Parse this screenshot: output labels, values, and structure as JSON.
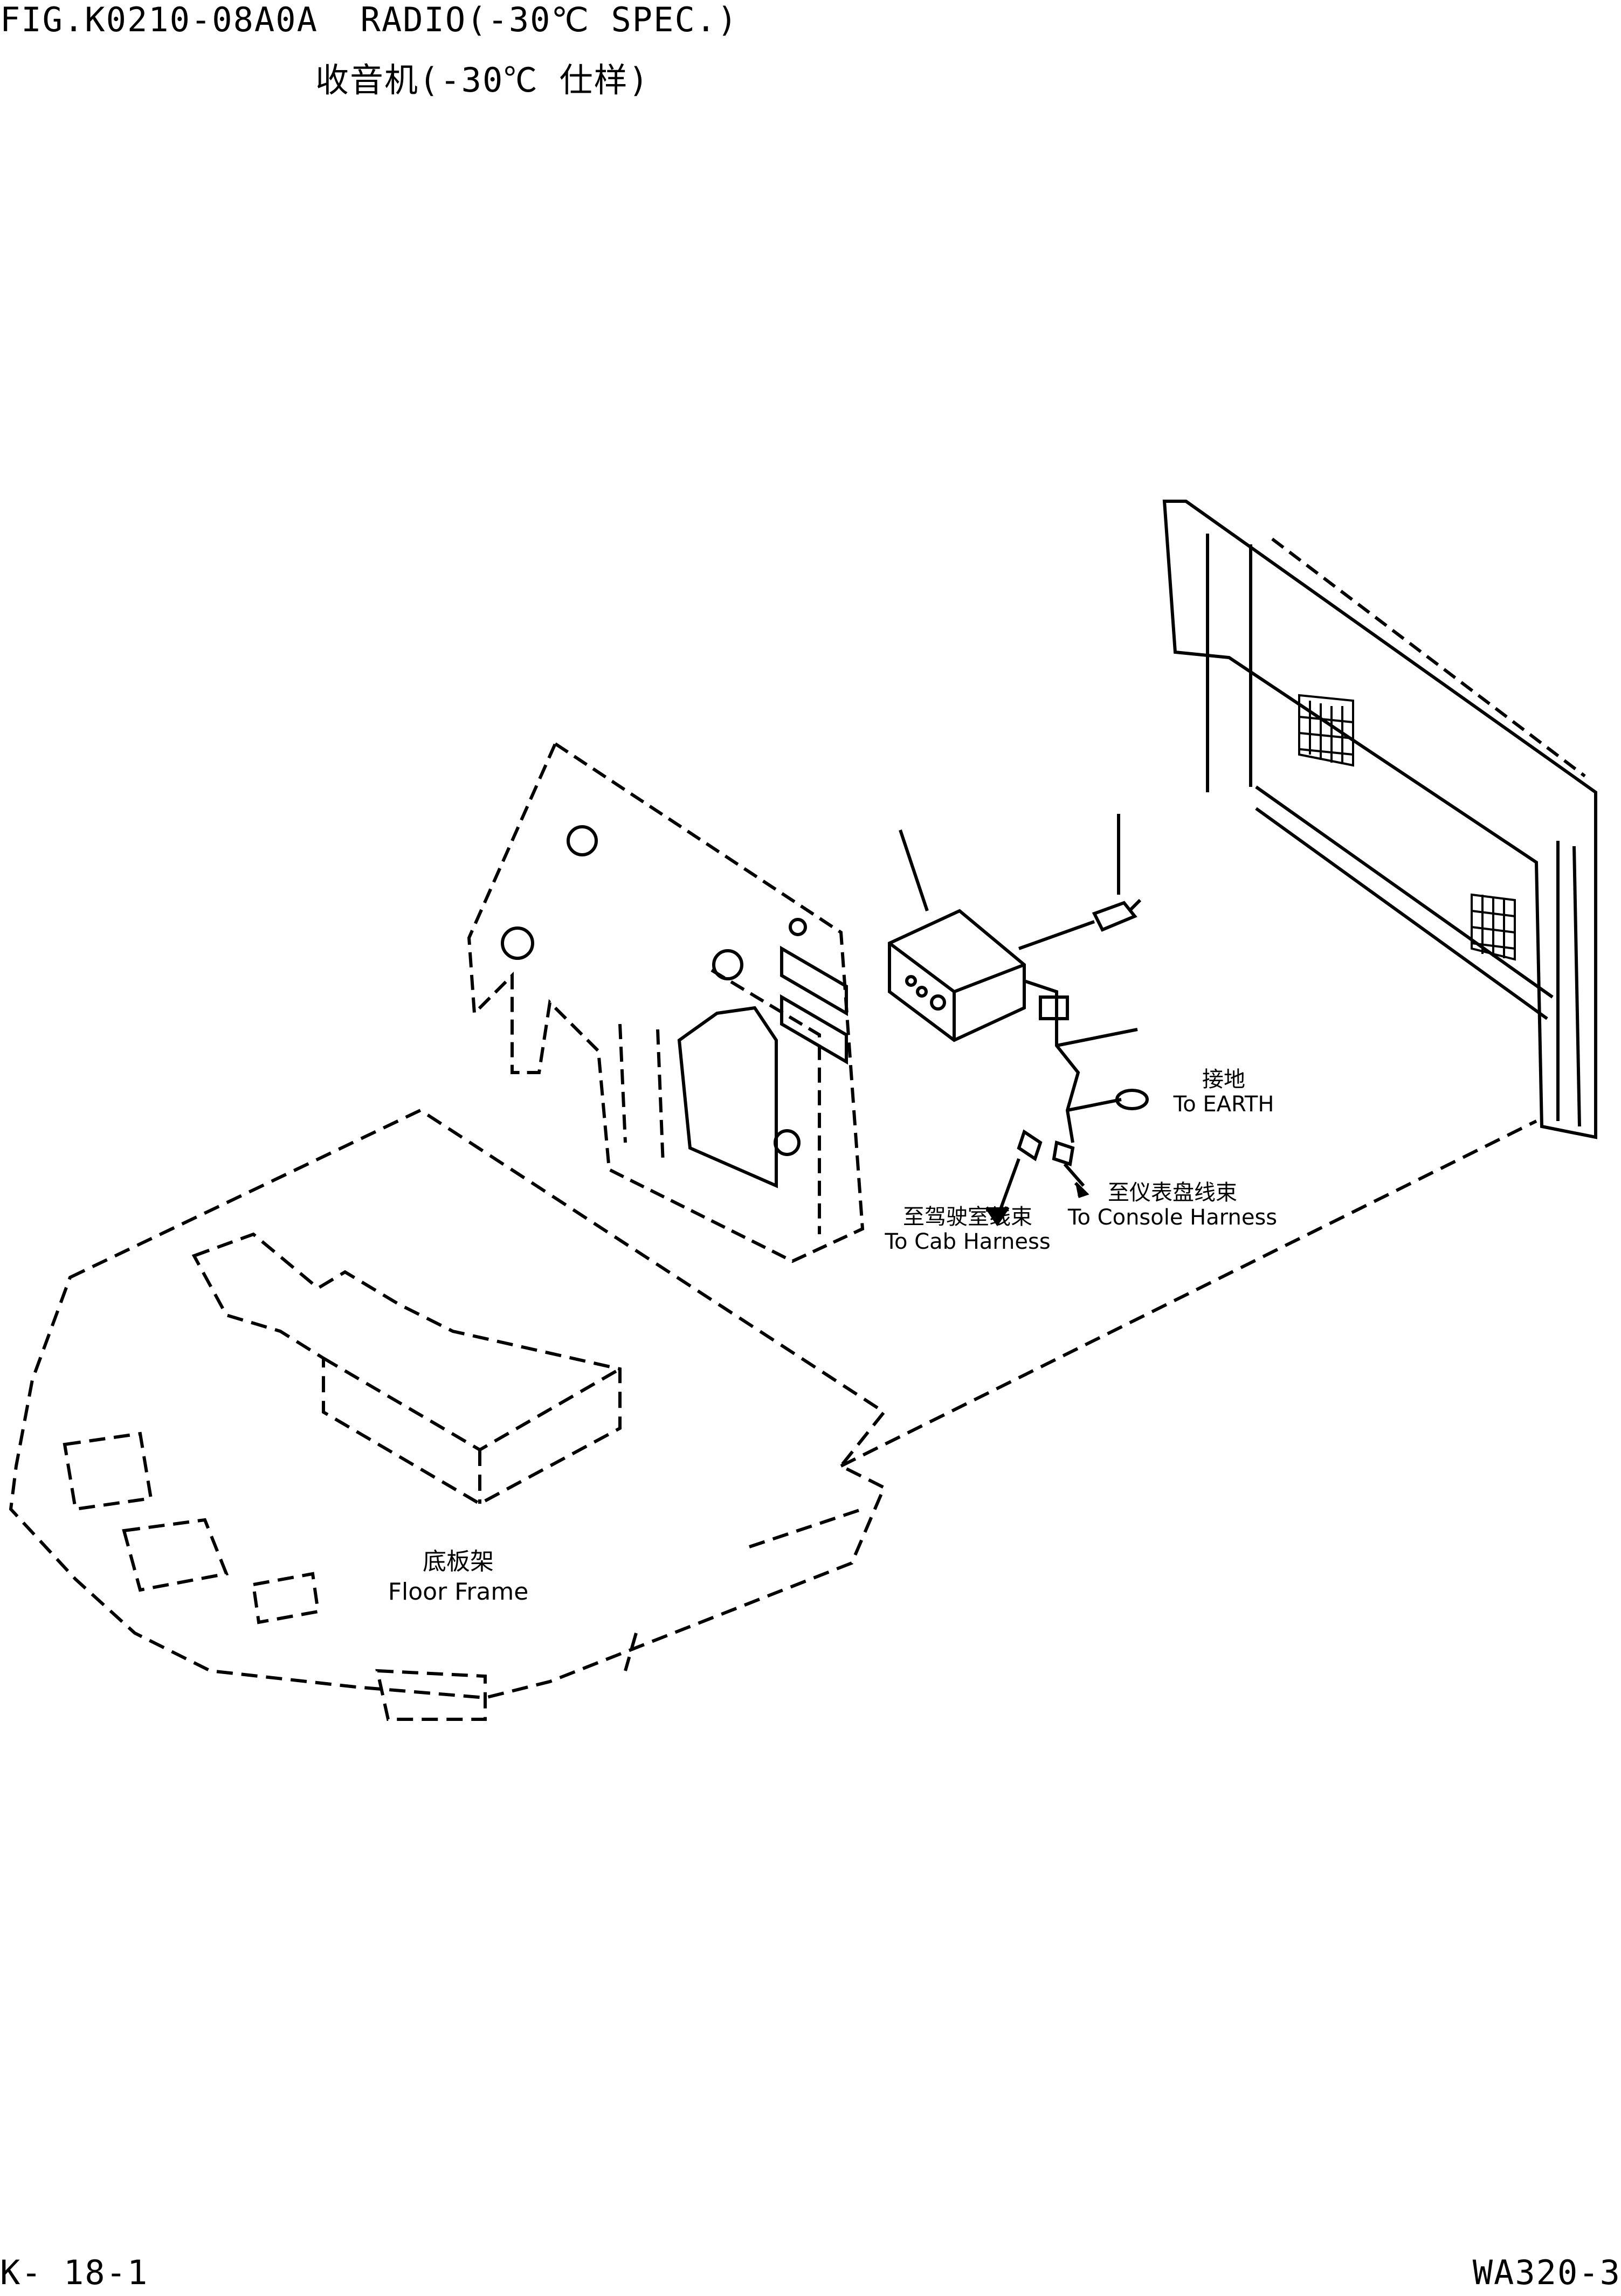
{
  "header": {
    "figure_title": "FIG.K0210-08A0A  RADIO(-30℃ SPEC.)",
    "figure_subtitle": "收音机(-30℃ 仕样)"
  },
  "labels": {
    "earth": {
      "cn": "接地",
      "en": "To EARTH"
    },
    "cab_harness": {
      "cn": "至驾驶室线束",
      "en": "To Cab Harness"
    },
    "console_harness": {
      "cn": "至仪表盘线束",
      "en": "To Console Harness"
    },
    "floor_frame": {
      "cn": "底板架",
      "en": "Floor Frame"
    }
  },
  "footer": {
    "page_number": "K- 18-1",
    "model": "WA320-3"
  }
}
